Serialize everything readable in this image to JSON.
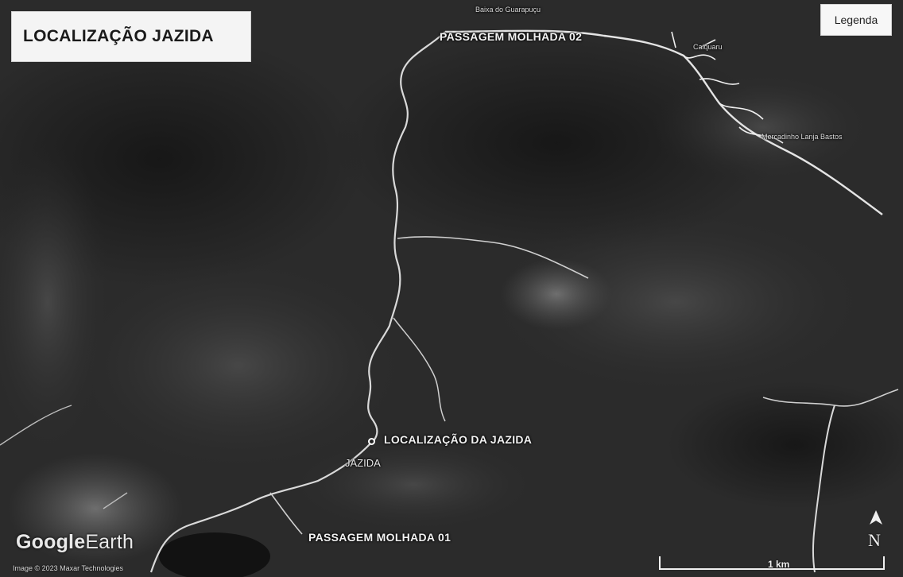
{
  "title": "LOCALIZAÇÃO JAZIDA",
  "legend": "Legenda",
  "labels": {
    "passagem_02": "PASSAGEM MOLHADA 02",
    "passagem_01": "PASSAGEM MOLHADA 01",
    "localizacao": "LOCALIZAÇÃO DA JAZIDA",
    "jazida": "JAZIDA",
    "place_top": "Baixa do Guarapuçu",
    "place_right": "Caiquaru",
    "place_mercadinho": "Mercadinho Lanja Bastos"
  },
  "branding": {
    "logo_part1": "Google",
    "logo_part2": "Earth",
    "credit": "Image © 2023 Maxar Technologies"
  },
  "north_label": "N",
  "scale_label": "1 km",
  "colors": {
    "imagery_dark": "#2a2a2a",
    "road": "#d9d9d9",
    "label_text": "#f2f2f2"
  }
}
